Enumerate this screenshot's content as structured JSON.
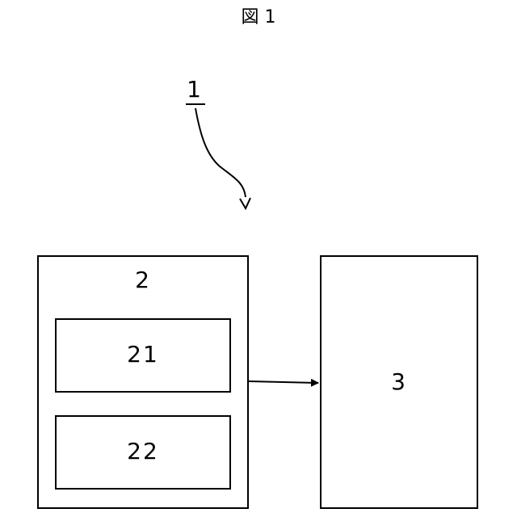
{
  "figure": {
    "title": "図 1"
  },
  "reference": {
    "label": "1"
  },
  "blocks": {
    "outer": {
      "label": "2"
    },
    "inner_top": {
      "label": "21"
    },
    "inner_bottom": {
      "label": "22"
    },
    "right": {
      "label": "3"
    }
  }
}
